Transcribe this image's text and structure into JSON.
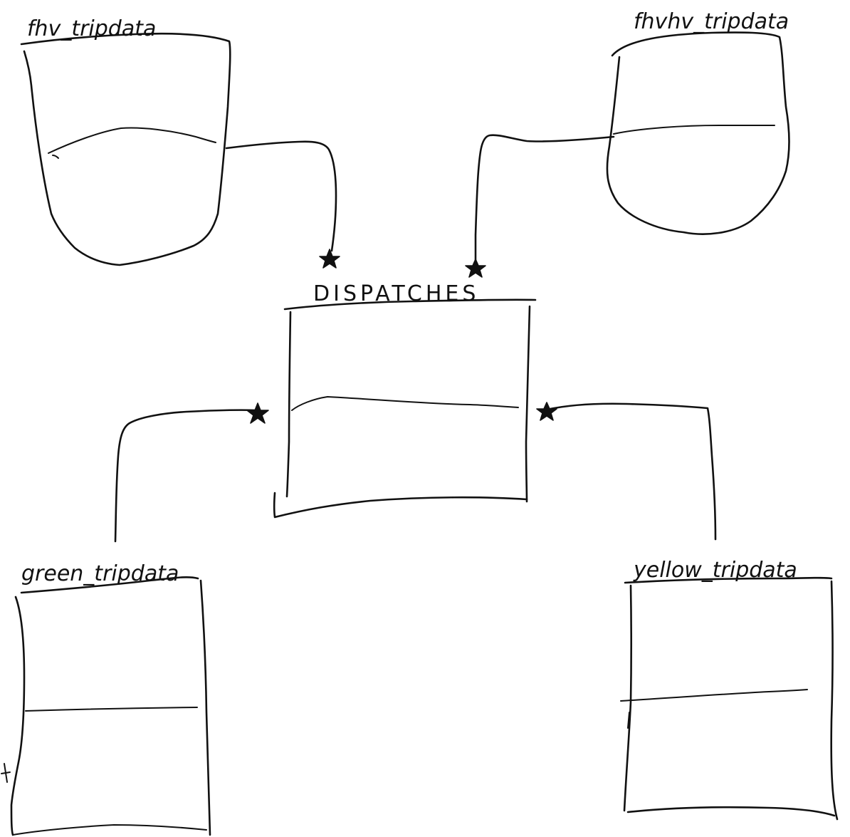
{
  "diagram": {
    "entities": [
      {
        "key": "fhv",
        "label": "fhv_tripdata",
        "shape": "bucket"
      },
      {
        "key": "fhvhv",
        "label": "fhvhv_tripdata",
        "shape": "bucket"
      },
      {
        "key": "dispatches",
        "label": "DISPATCHES",
        "shape": "table"
      },
      {
        "key": "green",
        "label": "green_tripdata",
        "shape": "table"
      },
      {
        "key": "yellow",
        "label": "yellow_tripdata",
        "shape": "table"
      }
    ],
    "relationships": [
      {
        "from": "fhv",
        "to": "dispatches",
        "cardinality_end": "*"
      },
      {
        "from": "fhvhv",
        "to": "dispatches",
        "cardinality_end": "*"
      },
      {
        "from": "green",
        "to": "dispatches",
        "cardinality_end": "*"
      },
      {
        "from": "yellow",
        "to": "dispatches",
        "cardinality_end": "*"
      }
    ],
    "style": {
      "ink_color": "#111111",
      "background": "#ffffff"
    }
  }
}
